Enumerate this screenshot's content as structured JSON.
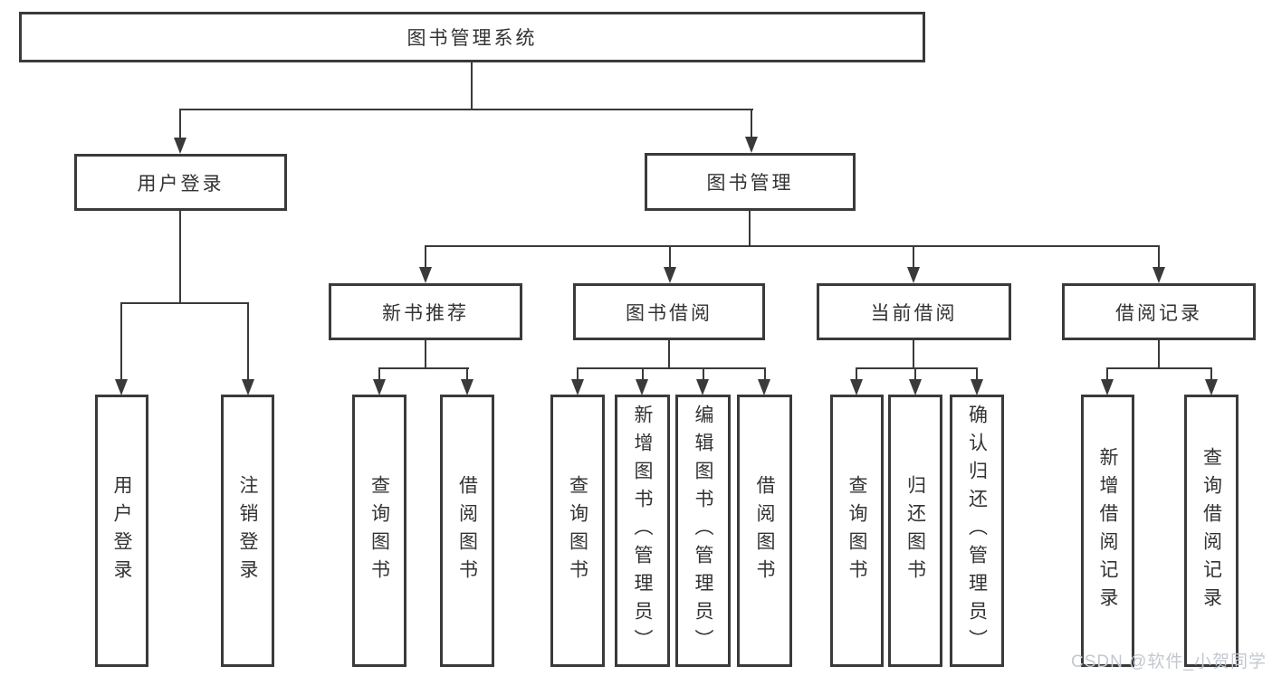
{
  "diagram": {
    "type": "tree",
    "root": {
      "label": "图书管理系统",
      "children": [
        {
          "label": "用户登录",
          "children": [
            {
              "label": "用户登录"
            },
            {
              "label": "注销登录"
            }
          ]
        },
        {
          "label": "图书管理",
          "children": [
            {
              "label": "新书推荐",
              "children": [
                {
                  "label": "查询图书"
                },
                {
                  "label": "借阅图书"
                }
              ]
            },
            {
              "label": "图书借阅",
              "children": [
                {
                  "label": "查询图书"
                },
                {
                  "label": "新增图书（管理员）"
                },
                {
                  "label": "编辑图书（管理员）"
                },
                {
                  "label": "借阅图书"
                }
              ]
            },
            {
              "label": "当前借阅",
              "children": [
                {
                  "label": "查询图书"
                },
                {
                  "label": "归还图书"
                },
                {
                  "label": "确认归还（管理员）"
                }
              ]
            },
            {
              "label": "借阅记录",
              "children": [
                {
                  "label": "新增借阅记录"
                },
                {
                  "label": "查询借阅记录"
                }
              ]
            }
          ]
        }
      ]
    }
  },
  "watermark": {
    "text": "CSDN @软件_小贺同学"
  },
  "colors": {
    "line": "#3a3a3a",
    "text": "#333333",
    "watermark": "#c3c8d1",
    "background": "#ffffff"
  }
}
